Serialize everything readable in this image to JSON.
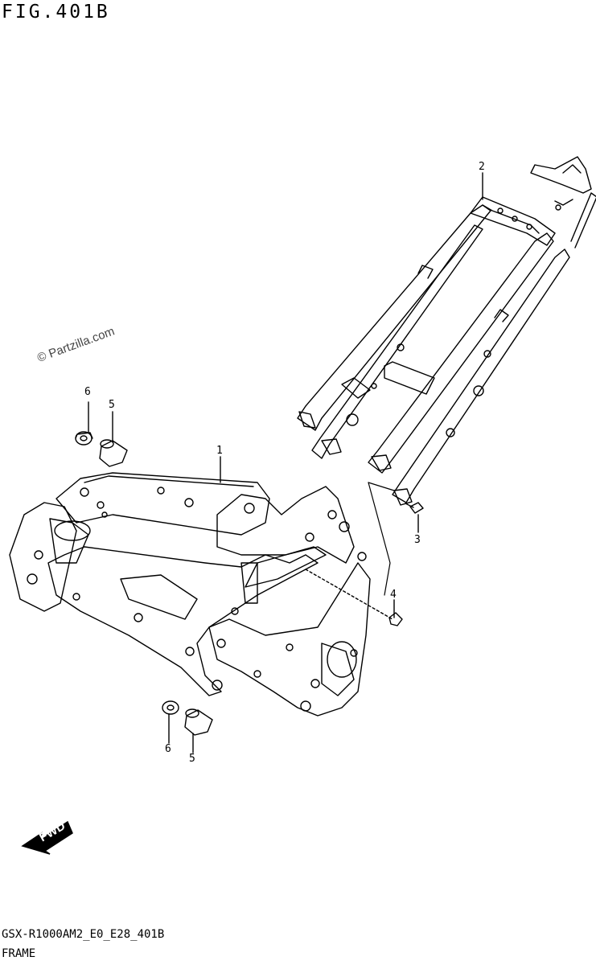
{
  "figure": {
    "title": "FIG.401B"
  },
  "watermark": {
    "text": "© Partzilla.com"
  },
  "callouts": {
    "c1": "1",
    "c2": "2",
    "c3": "3",
    "c4": "4",
    "c5a": "5",
    "c5b": "5",
    "c6a": "6",
    "c6b": "6"
  },
  "fwd": {
    "label": "FWD"
  },
  "footer": {
    "code": "GSX-R1000AM2_E0_E28_401B",
    "name": "FRAME"
  }
}
